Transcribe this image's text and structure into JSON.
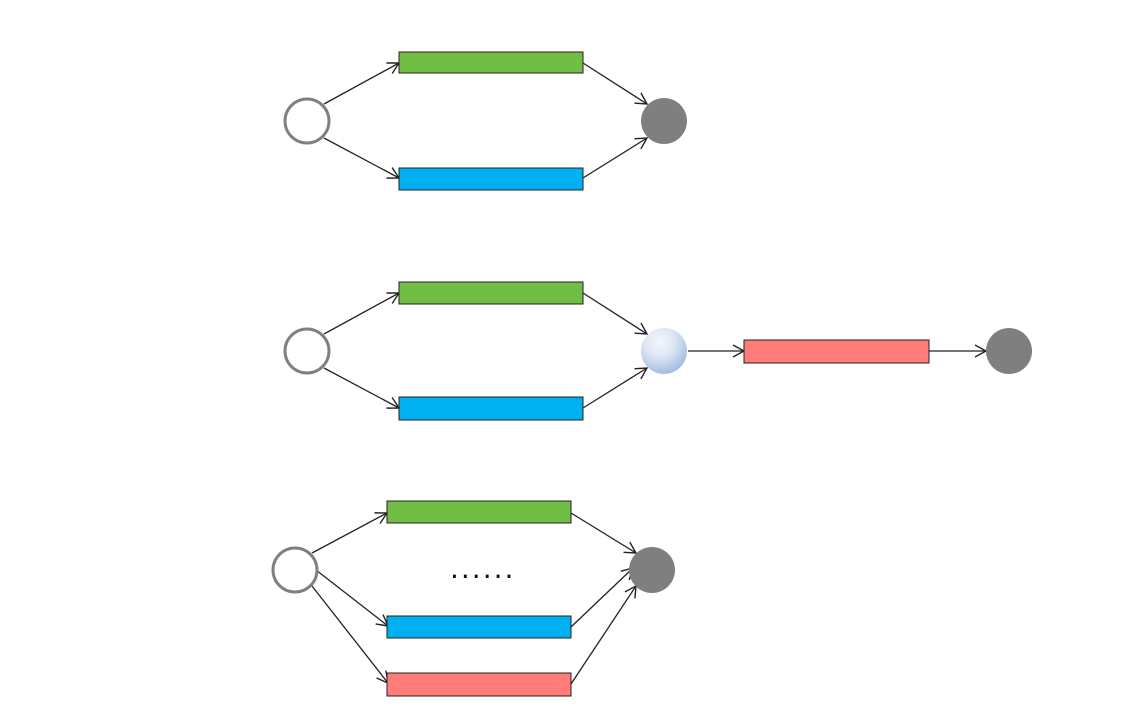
{
  "colors": {
    "green": "#70BF44",
    "blue": "#00B0F0",
    "red": "#FF7C78",
    "gray_fill": "#7F7F7F",
    "gray_stroke": "#808080",
    "stroke": "#222222",
    "merge_node_light": "#EEF3FA",
    "merge_node_dark": "#9DB7DC"
  },
  "diagrams": [
    {
      "id": "parallel-join",
      "start": "hollow-circle",
      "branches": [
        "green",
        "blue"
      ],
      "join": "gray-filled-circle"
    },
    {
      "id": "parallel-join-then-sequential",
      "start": "hollow-circle",
      "branches": [
        "green",
        "blue"
      ],
      "join": "light-blue-gradient-circle",
      "then": [
        "red"
      ],
      "end": "gray-filled-circle"
    },
    {
      "id": "n-way-parallel-join",
      "start": "hollow-circle",
      "branches": [
        "green",
        "blue",
        "red"
      ],
      "ellipsis": "......",
      "join": "gray-filled-circle"
    }
  ]
}
